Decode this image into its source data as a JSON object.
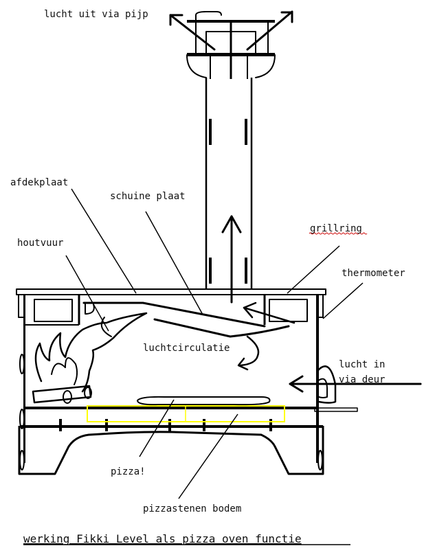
{
  "diagram": {
    "title": "werking Fikki Level als pizza oven functie",
    "colors": {
      "pizza_stone": "#ffff00",
      "line": "#000000",
      "spellcheck": "#cc0000"
    },
    "labels": {
      "air_out": "lucht uit via pijp",
      "cover_plate": "afdekplaat",
      "slanted_plate": "schuine plaat",
      "wood_fire": "houtvuur",
      "grill_ring": "grillring",
      "thermometer": "thermometer",
      "air_circulation": "luchtcirculatie",
      "air_in_line1": "lucht in",
      "air_in_line2": "via deur",
      "pizza": "pizza!",
      "stone_floor": "pizzastenen bodem"
    }
  }
}
